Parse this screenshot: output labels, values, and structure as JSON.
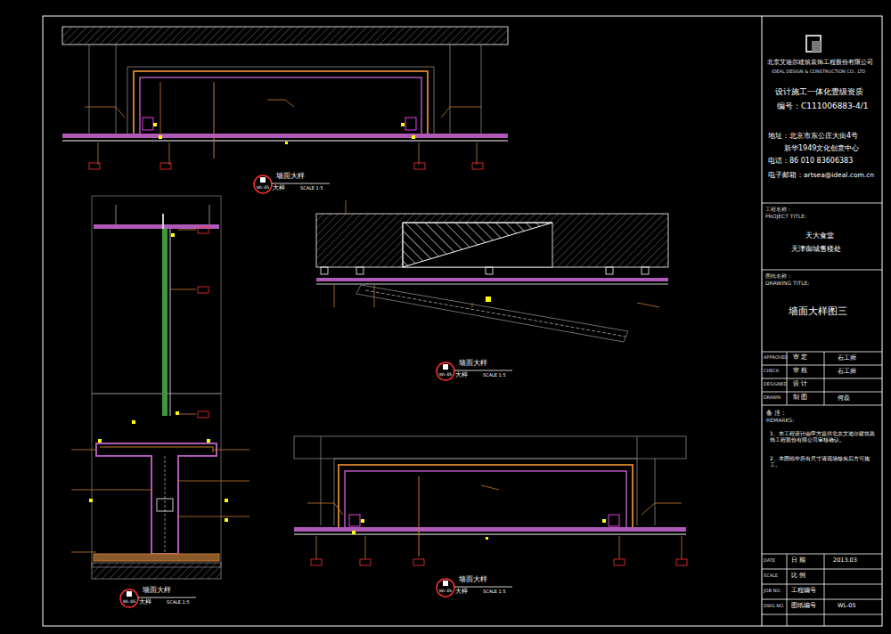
{
  "diagram": {
    "labels": [
      "北京艾迪尔建筑装饰工程股份有限公司",
      "IDEAL DESIGN & CONSTRUCTION CO., LTD",
      "设计施工一体化壹级资质",
      "编号：C111006883-4/1",
      "地址：北京市东公庄大街4号",
      "新华1949文化创意中心",
      "电话：86 010 83606383",
      "电子邮箱：artsea@ideal.com.cn",
      "工程名称：",
      "PROJECT TITLE:",
      "天大食堂",
      "天津御城售楼处",
      "图纸名称：",
      "DRAWING TITLE:",
      "墙面大样图三",
      "APPROVED",
      "审 定",
      "石工师",
      "CHECK",
      "审 核",
      "石工师",
      "DESIGNED",
      "设 计",
      "DRAWN",
      "制 图",
      "何磊",
      "备 注：",
      "REMARKS:",
      "1、本工程设计由甲方提供北京艾迪尔建筑装饰工程股份有限公司审核确认。",
      "2、本图纸中所有尺寸请现场核实后方可施工。",
      "DATE",
      "日 期",
      "2013.03",
      "SCALE",
      "比 例",
      "JOB NO.",
      "工程编号",
      "DWG NO.",
      "图纸编号",
      "WL-05",
      "WL-05",
      "墙面大样",
      "大样",
      "SCALE 1:5",
      "WL-05",
      "墙面大样",
      "大样",
      "SCALE 1:5",
      "WL-05",
      "墙面大样",
      "大样",
      "SCALE 1:5",
      "WL-05",
      "墙面大样",
      "大样",
      "SCALE 1:5"
    ]
  }
}
